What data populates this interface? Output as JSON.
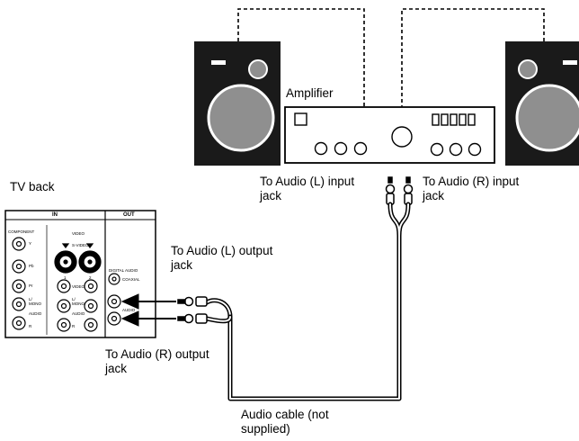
{
  "labels": {
    "amplifier": "Amplifier",
    "tv_back": "TV back",
    "audio_l_input": "To Audio (L) input",
    "audio_l_input_2": "jack",
    "audio_r_input": "To Audio (R) input",
    "audio_r_input_2": "jack",
    "audio_l_output": "To Audio (L) output",
    "audio_l_output_2": "jack",
    "audio_r_output": "To Audio (R) output",
    "audio_r_output_2": "jack",
    "cable": "Audio cable (not",
    "cable_2": "supplied)"
  },
  "tv_panel": {
    "in": "IN",
    "out": "OUT",
    "component": "COMPONENT",
    "y": "Y",
    "pb": "Pb",
    "pr": "Pr",
    "l_mono": "L/\nMONO",
    "audio": "AUDIO",
    "r": "R",
    "video": "VIDEO",
    "s_video": "S-VIDEO",
    "input_1": "1",
    "input_2": "2",
    "digital_audio": "DIGITAL AUDIO",
    "coaxial": "COAXIAL"
  },
  "colors": {
    "speaker_fill": "#1a1a1a",
    "woofer": "#8f8f8f",
    "line": "#000000",
    "background": "#ffffff"
  }
}
